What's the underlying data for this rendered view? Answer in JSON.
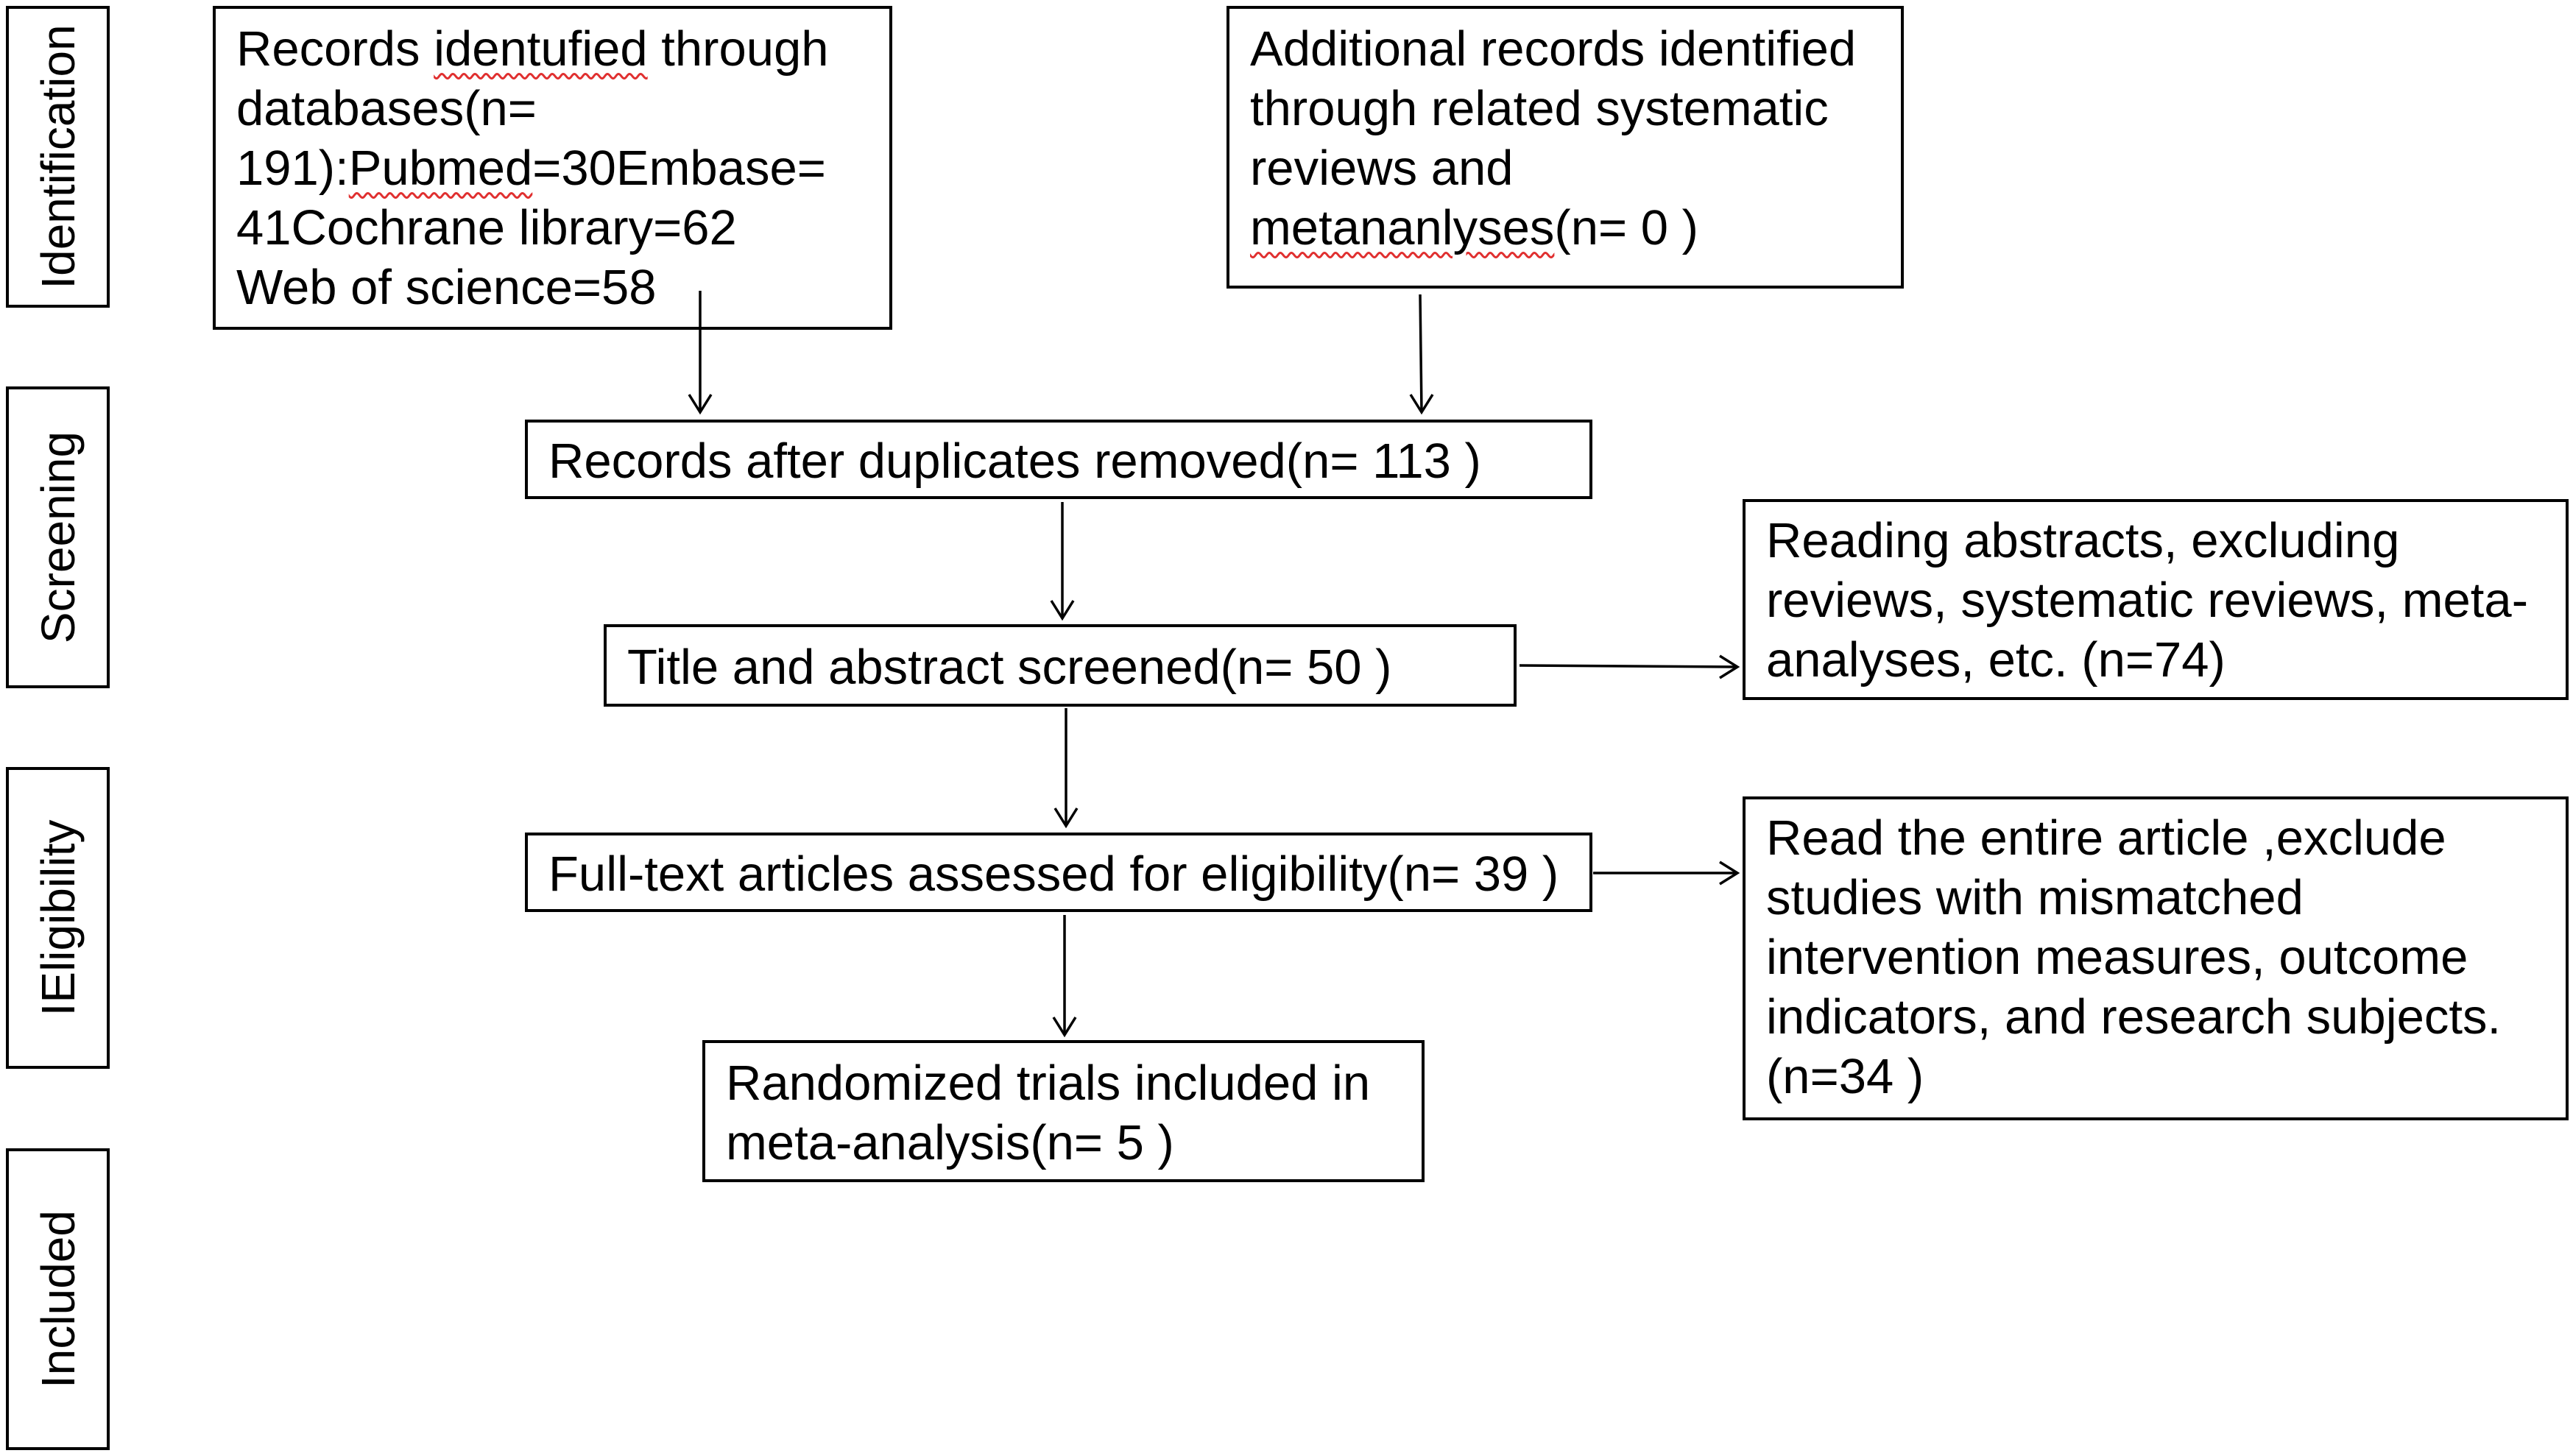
{
  "phases": {
    "identification": "Identification",
    "screening": "Screening",
    "eligibility": "IEligibility",
    "included": "Included"
  },
  "boxes": {
    "db_records": {
      "line1_pre": "Records ",
      "line1_flag": "identufied",
      "line1_post": " through",
      "line2": "databases(n=",
      "line3_pre": "191):",
      "line3_flag": "Pubmed",
      "line3_post": "=30Embase=",
      "line4": "41Cochrane library=62",
      "line5": "Web of science=58"
    },
    "additional_records": {
      "line1": "Additional records identified",
      "line2": "through related systematic",
      "line3": "reviews and",
      "line4_flag": "metananlyses",
      "line4_post": "(n= 0 )"
    },
    "duplicates_removed": "Records after duplicates removed(n= 113  )",
    "title_abstract": "Title and abstract screened(n= 50 )",
    "excluded_abstracts": "Reading abstracts, excluding\nreviews, systematic reviews, meta-\nanalyses, etc. (n=74)",
    "full_text": "Full-text articles assessed for eligibility(n= 39  )",
    "excluded_full_text": "Read the entire article ,exclude\nstudies with mismatched\nintervention measures, outcome\nindicators, and research subjects.\n(n=34 )",
    "included_trials": "Randomized trials included in\nmeta-analysis(n=  5 )"
  },
  "colors": {
    "line": "#000000",
    "spellcheck": "#e03030"
  }
}
